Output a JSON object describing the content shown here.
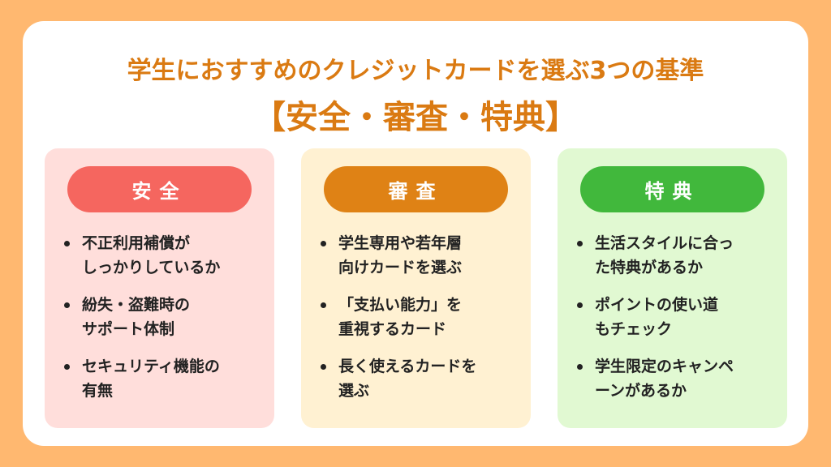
{
  "title": {
    "line1": "学生におすすめのクレジットカードを選ぶ3つの基準",
    "line2": "【安全・審査・特典】"
  },
  "cards": [
    {
      "label": "安全",
      "bg": "#FFDEDB",
      "accent": "#F5665F",
      "items": [
        "不正利用補償が\nしっかりしているか",
        "紛失・盗難時の\nサポート体制",
        "セキュリティ機能の\n有無"
      ]
    },
    {
      "label": "審査",
      "bg": "#FFF1D2",
      "accent": "#DF8215",
      "items": [
        "学生専用や若年層\n向けカードを選ぶ",
        "「支払い能力」を\n重視するカード",
        "長く使えるカードを\n選ぶ"
      ]
    },
    {
      "label": "特典",
      "bg": "#E1F9D2",
      "accent": "#41B83C",
      "items": [
        "生活スタイルに合っ\nた特典があるか",
        "ポイントの使い道\nもチェック",
        "学生限定のキャンペ\nーンがあるか"
      ]
    }
  ]
}
